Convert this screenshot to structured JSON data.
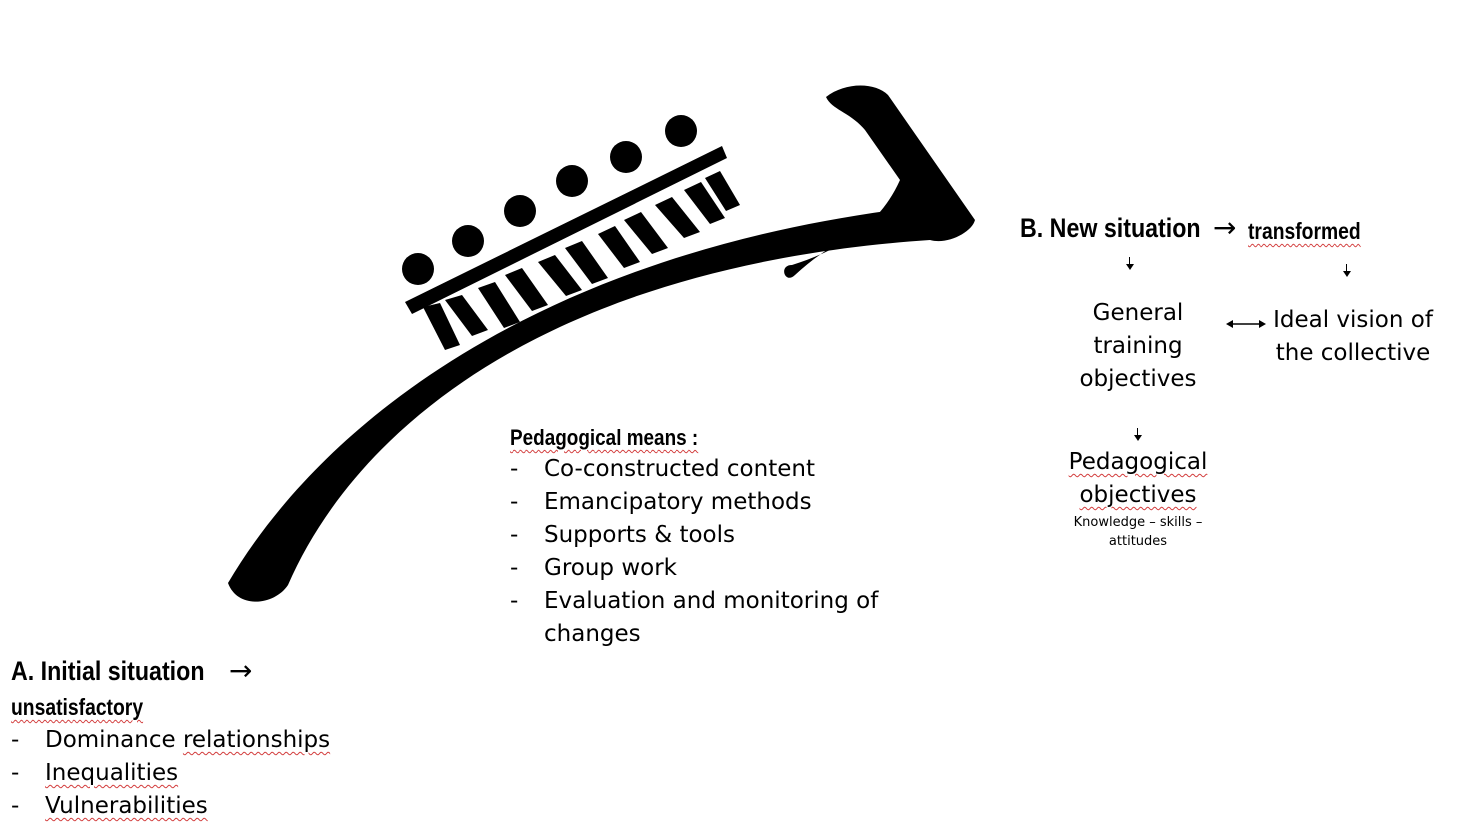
{
  "initial": {
    "heading": "A. Initial situation",
    "arrow": "→",
    "qualifier": "unsatisfactory",
    "items": [
      "Dominance relationships",
      "Inequalities",
      "Vulnerabilities"
    ]
  },
  "means": {
    "heading": "Pedagogical means :",
    "items": [
      "Co-constructed content",
      "Emancipatory methods",
      "Supports & tools",
      "Group work",
      "Evaluation and monitoring of changes"
    ]
  },
  "new_situation": {
    "heading": "B. New situation",
    "arrow": "→",
    "qualifier": "transformed",
    "general_objectives": "General training objectives",
    "ideal_vision": "Ideal vision of the collective",
    "pedagogical_objectives": "Pedagogical objectives",
    "sub_note": "Knowledge – skills – attitudes"
  },
  "colors": {
    "ink": "#000000",
    "spell_underline": "#d23b3b",
    "background": "#ffffff"
  },
  "icon": "people-on-curved-arrow"
}
